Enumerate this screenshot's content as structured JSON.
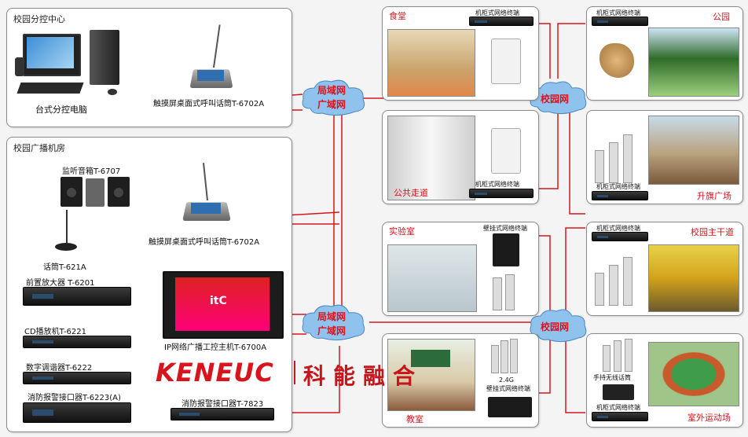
{
  "colors": {
    "line_red": "#d8141c",
    "line_green": "#2e9a2e",
    "cloud_label": "#d8141c",
    "brand_red": "#d8141c",
    "brand_cn": "#c4161c"
  },
  "control_center": {
    "title": "校园分控中心",
    "desktop_label": "台式分控电脑",
    "mic_label": "触摸屏桌面式呼叫话筒T-6702A"
  },
  "broadcast_room": {
    "title": "校园广播机房",
    "monitor_label": "监听音箱T-6707",
    "mic2_label": "触摸屏桌面式呼叫话筒T-6702A",
    "gooseneck_label": "话筒T-621A",
    "preamp_label": "前置放大器 T-6201",
    "cd_label": "CD播放机T-6221",
    "tuner_label": "数字调谐器T-6222",
    "fire_label": "消防报警接口器T-6223(A)",
    "fire2_label": "消防报警接口器T-7823",
    "host_label": "IP网络广播工控主机T-6700A",
    "host_screen_text": "itC"
  },
  "clouds": {
    "lan_wan_top": [
      "局域网",
      "广域网"
    ],
    "lan_wan_bottom": [
      "局域网",
      "广域网"
    ],
    "campus_top": "校园网",
    "campus_bottom": "校园网"
  },
  "zones": {
    "canteen": {
      "title": "食堂",
      "device": "机柜式网络终端"
    },
    "park": {
      "title": "公园",
      "device": "机柜式网络终端"
    },
    "corridor": {
      "title": "公共走道",
      "device": "机柜式网络终端"
    },
    "flag": {
      "title": "升旗广场",
      "device": "机柜式网络终端"
    },
    "lab": {
      "title": "实验室",
      "device": "壁挂式网络终端"
    },
    "avenue": {
      "title": "校园主干道",
      "device": "机柜式网络终端"
    },
    "classroom": {
      "title": "教室",
      "device_line1": "2.4G",
      "device_line2": "壁挂式网络终端"
    },
    "sports": {
      "title": "室外运动场",
      "device": "机柜式网络终端",
      "mic": "手持无线话筒"
    }
  },
  "brand": {
    "en": "KENEUC",
    "cn": "科能融合"
  }
}
